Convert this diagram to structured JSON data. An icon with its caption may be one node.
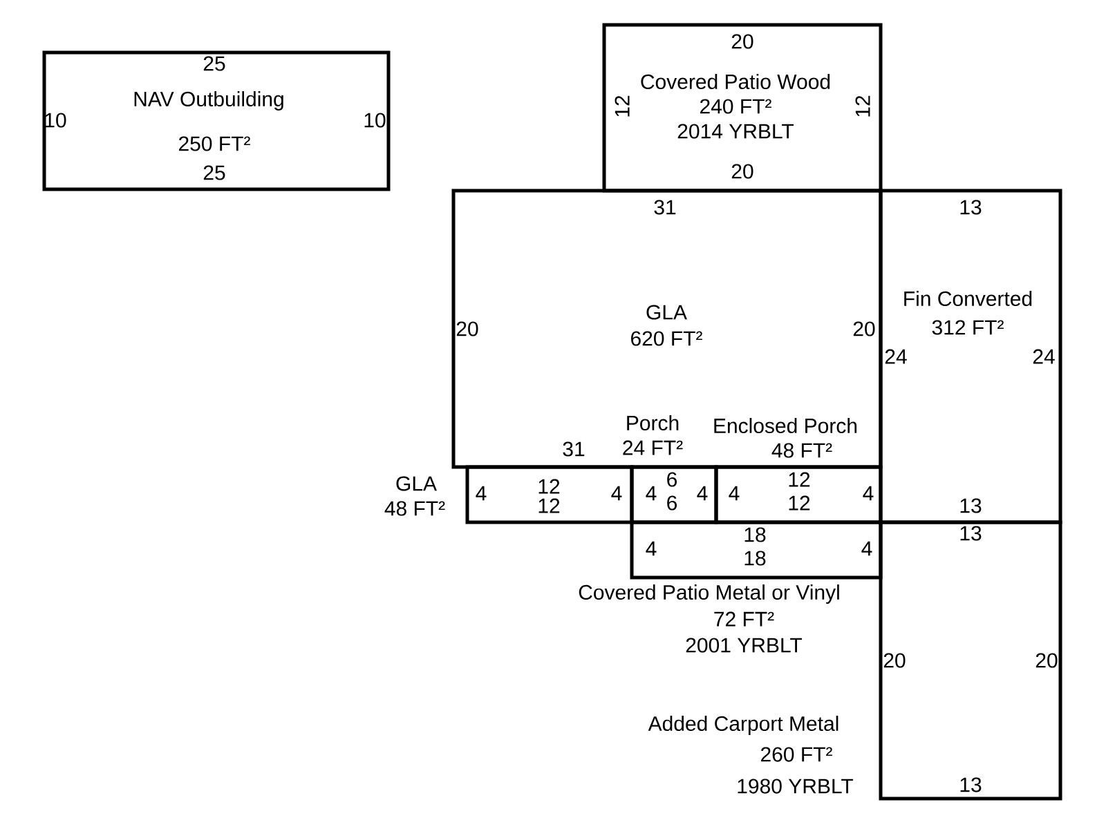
{
  "diagram": {
    "nodes": [
      {
        "text": [
          "25",
          "NAV Outbuilding",
          "10",
          "10",
          "250 FT²",
          "25"
        ]
      },
      {
        "text": [
          "20",
          "Covered Patio Wood",
          "240 FT²",
          "2014 YRBLT",
          "12",
          "12",
          "20"
        ]
      },
      {
        "text": [
          "31",
          "GLA",
          "620 FT²",
          "20",
          "20",
          "31"
        ]
      },
      {
        "text": [
          "13",
          "Fin Converted",
          "312 FT²",
          "24",
          "24",
          "13"
        ]
      },
      {
        "text": [
          "GLA",
          "4",
          "12",
          "4",
          "48 FT²",
          "12"
        ]
      },
      {
        "text": [
          "4",
          "6",
          "4",
          "6"
        ]
      },
      {
        "text": [
          "4",
          "12",
          "4",
          "12"
        ]
      },
      {
        "text": [
          "4",
          "18",
          "4",
          "18",
          "Covered Patio Metal or Vinyl",
          "72 FT²",
          "2001 YRBLT"
        ]
      },
      {
        "text": [
          "13",
          "20",
          "20",
          "Added Carport Metal",
          "260 FT²",
          "1980 YRBLT",
          "13"
        ]
      }
    ],
    "labels": [
      "Porch",
      "Enclosed Porch",
      "24 FT²",
      "48 FT²"
    ]
  }
}
